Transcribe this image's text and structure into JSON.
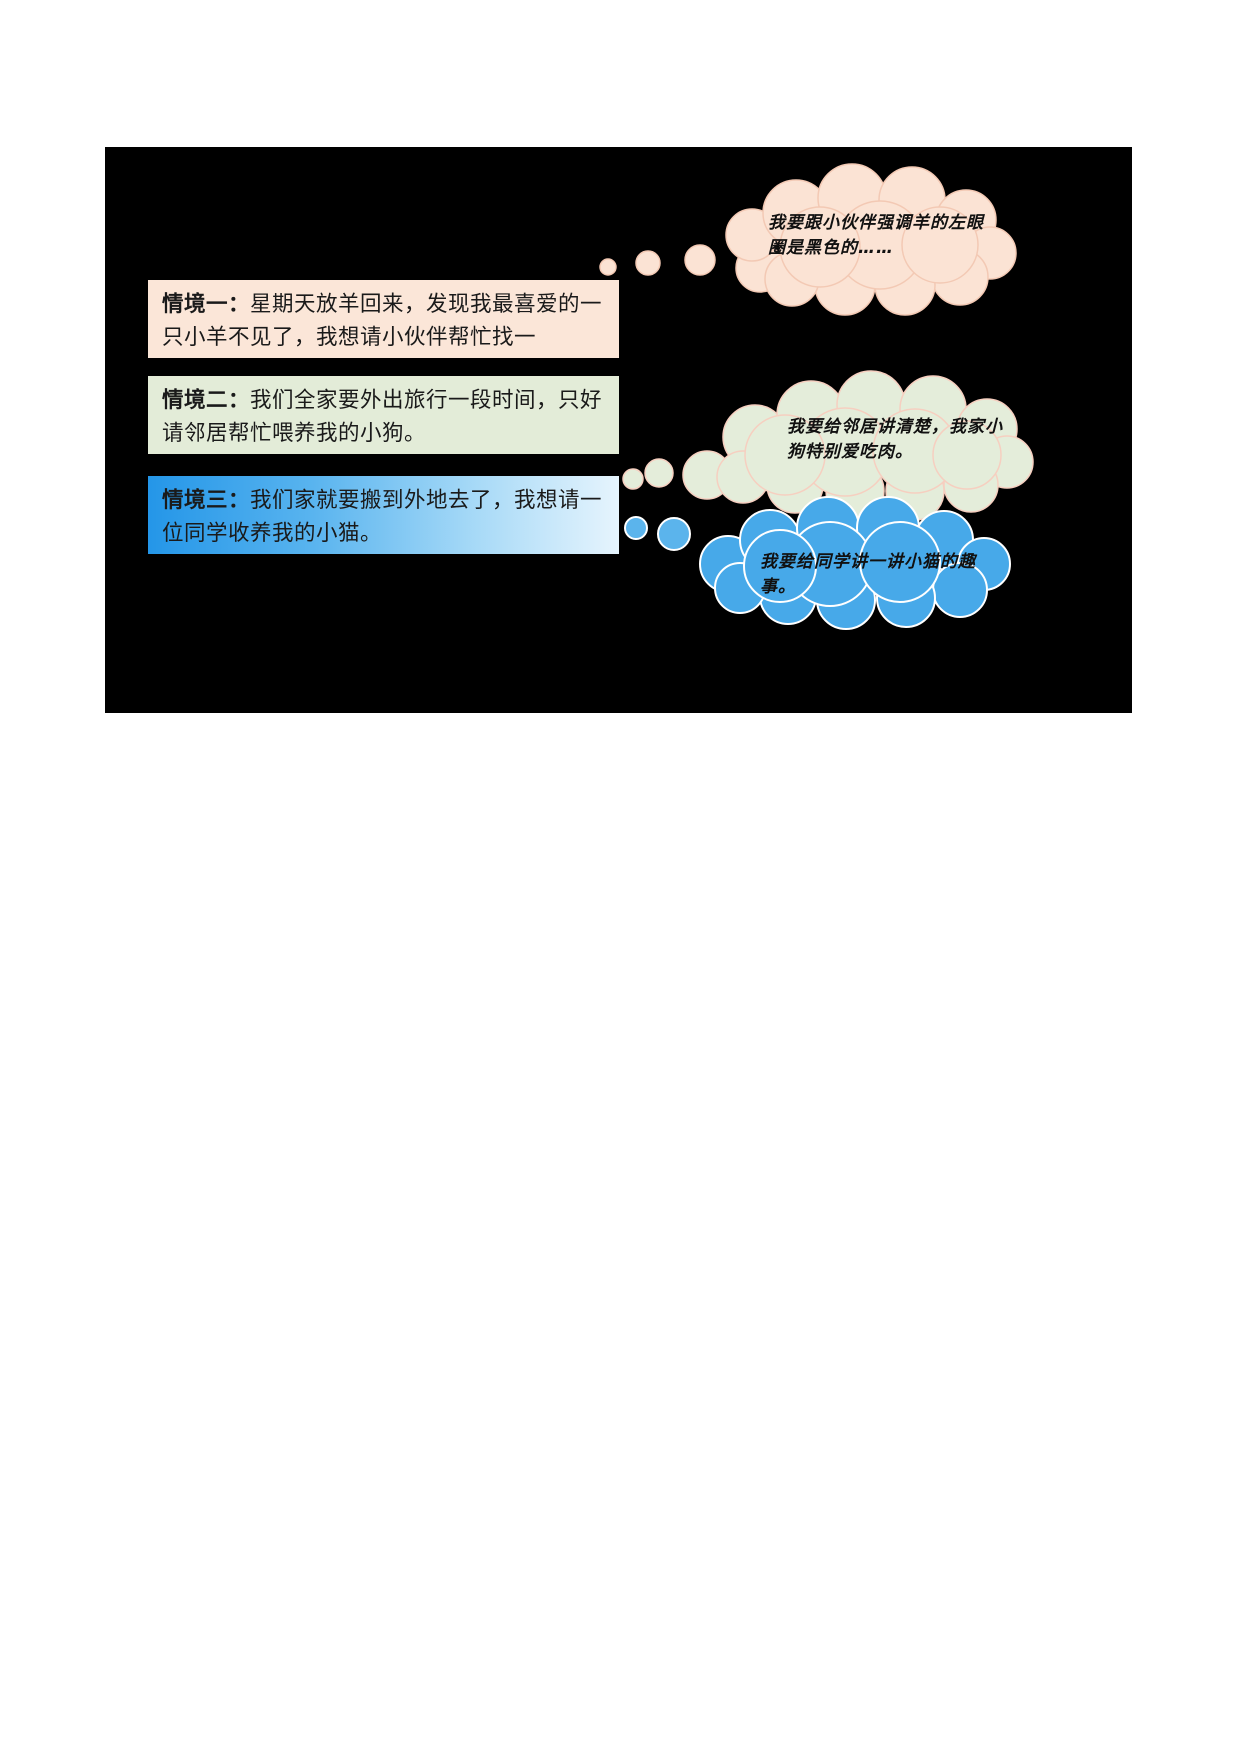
{
  "slide": {
    "background_color": "#000000",
    "scenarios": [
      {
        "id": "scenario-1",
        "lead": "情境一：",
        "text": "星期天放羊回来，发现我最喜爱的一只小羊不见了，我想请小伙伴帮忙找一",
        "bg_color": "#fbe6d8"
      },
      {
        "id": "scenario-2",
        "lead": "情境二：",
        "text": "我们全家要外出旅行一段时间，只好请邻居帮忙喂养我的小狗。",
        "bg_color": "#e3ecd8"
      },
      {
        "id": "scenario-3",
        "lead": "情境三：",
        "text": "我们家就要搬到外地去了，我想请一位同学收养我的小猫。",
        "bg_color": "#2496e8"
      }
    ],
    "bubbles": [
      {
        "id": "bubble-1",
        "text": "我要跟小伙伴强调羊的左眼圈是黑色的……",
        "fill": "#fbe3d4",
        "stroke": "#f3c9b4"
      },
      {
        "id": "bubble-2",
        "text": "我要给邻居讲清楚，我家小狗特别爱吃肉。",
        "fill": "#e4edda",
        "stroke": "#f6cfc0"
      },
      {
        "id": "bubble-3",
        "text": "我要给同学讲一讲小猫的趣事。",
        "fill": "#3aa3e8",
        "stroke": "#ffffff"
      }
    ]
  }
}
